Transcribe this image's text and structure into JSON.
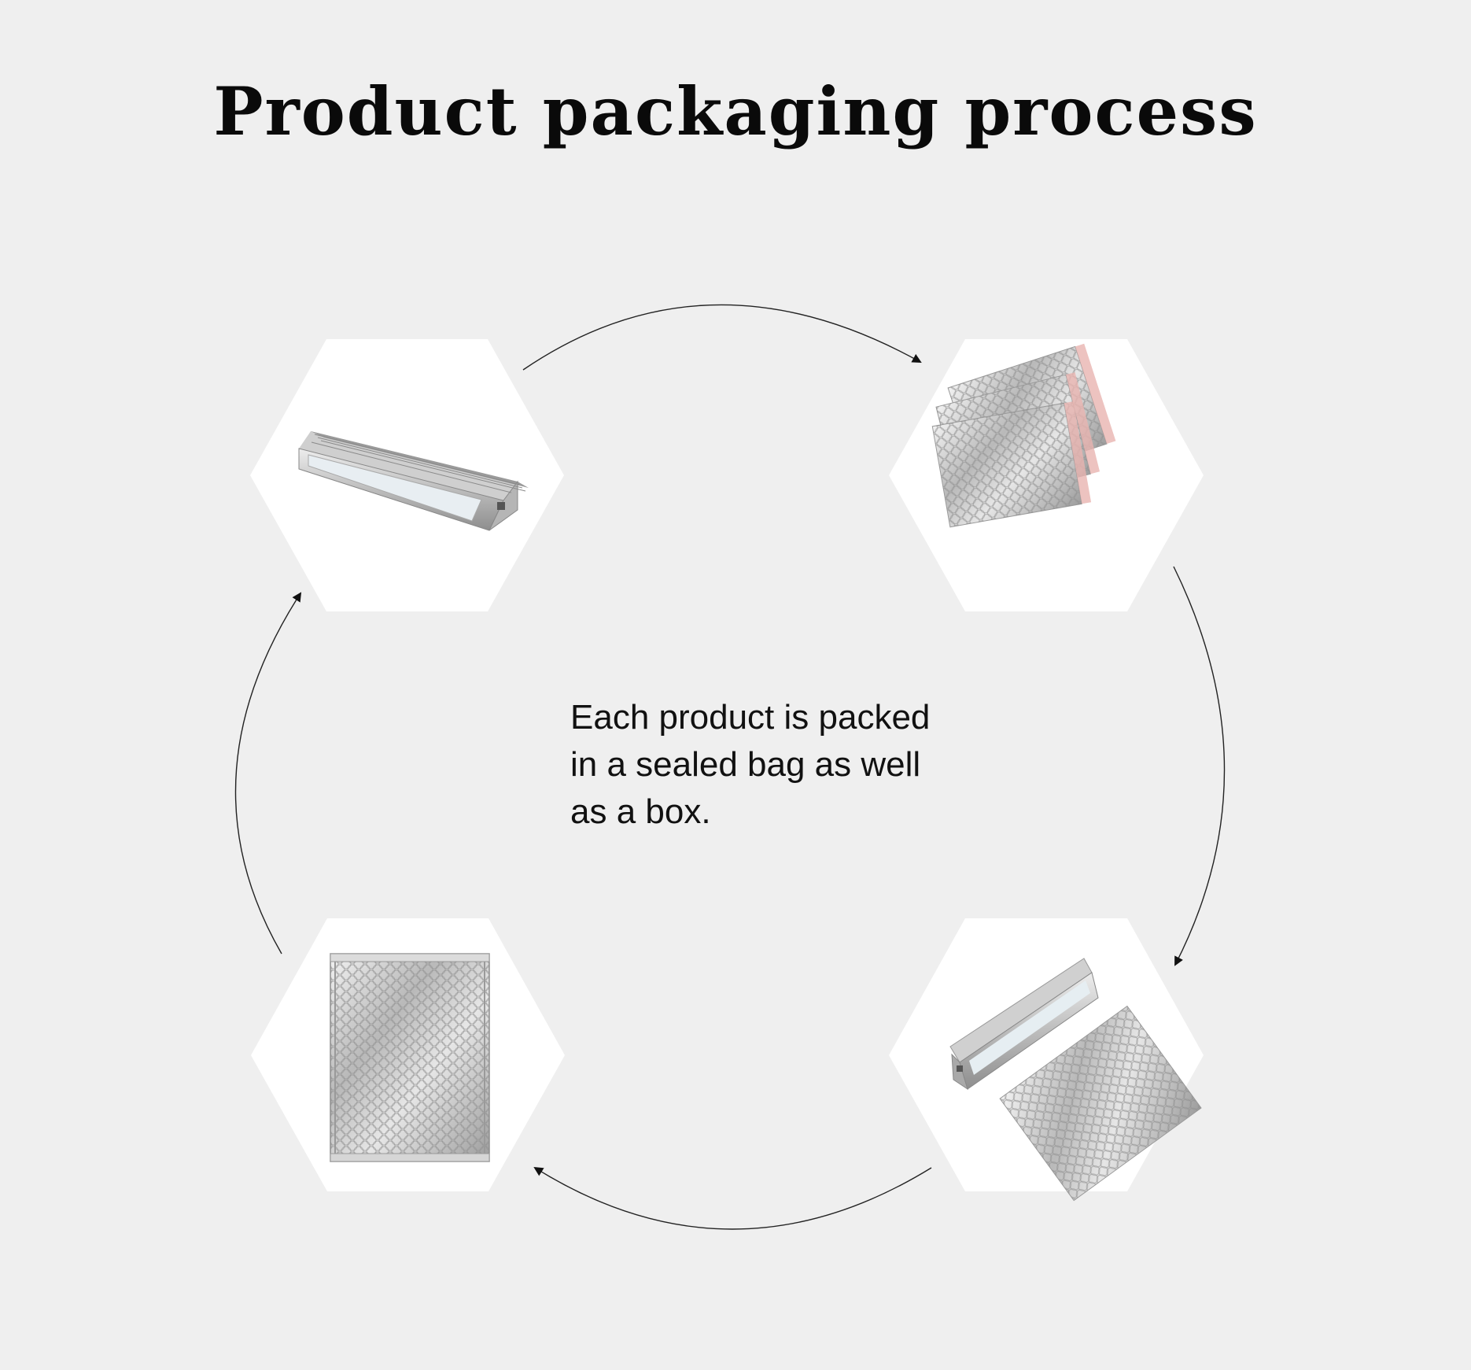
{
  "title": "Product packaging process",
  "caption_lines": [
    "Each product is packed",
    "in a sealed bag as well",
    "as a box."
  ],
  "steps": [
    {
      "id": "step-1",
      "depicts": "led-light-bar"
    },
    {
      "id": "step-2",
      "depicts": "bubble-mailer-stack"
    },
    {
      "id": "step-3",
      "depicts": "light-bar-with-mailer"
    },
    {
      "id": "step-4",
      "depicts": "sealed-bubble-mailer"
    }
  ],
  "colors": {
    "background": "#efefef",
    "hexagon": "#ffffff",
    "arrow": "#111111",
    "foil": "#c8c8c8",
    "seal_strip": "#e8b4b0"
  }
}
